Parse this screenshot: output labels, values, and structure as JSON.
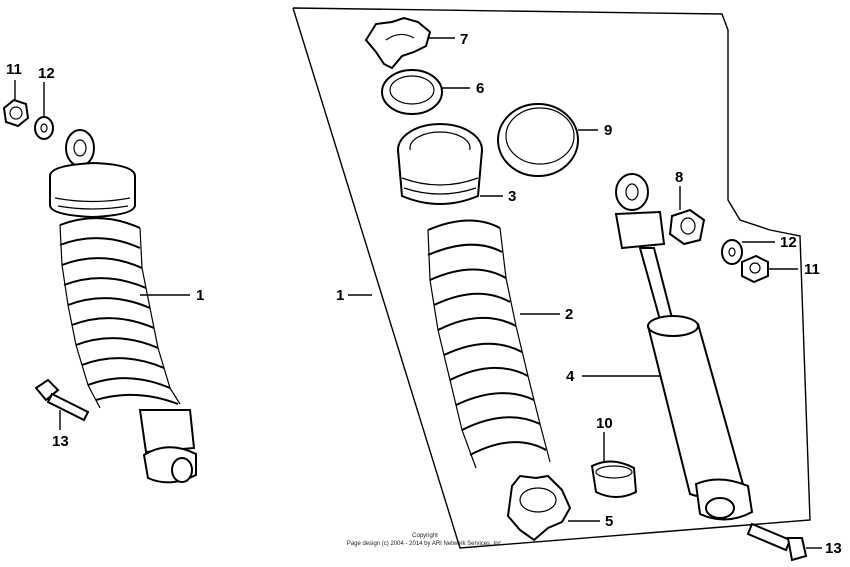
{
  "callouts": {
    "left_11": "11",
    "left_12": "12",
    "left_1": "1",
    "left_13": "13",
    "box_1": "1",
    "p7": "7",
    "p6": "6",
    "p9": "9",
    "p3": "3",
    "p2": "2",
    "p8": "8",
    "p12": "12",
    "p11": "11",
    "p4": "4",
    "p10": "10",
    "p5": "5",
    "p13": "13"
  },
  "footer": {
    "line1": "Copyright",
    "line2": "Page design (c) 2004 - 2014 by ARI Network Services, Inc."
  },
  "colors": {
    "ink": "#000000",
    "paper": "#ffffff"
  }
}
